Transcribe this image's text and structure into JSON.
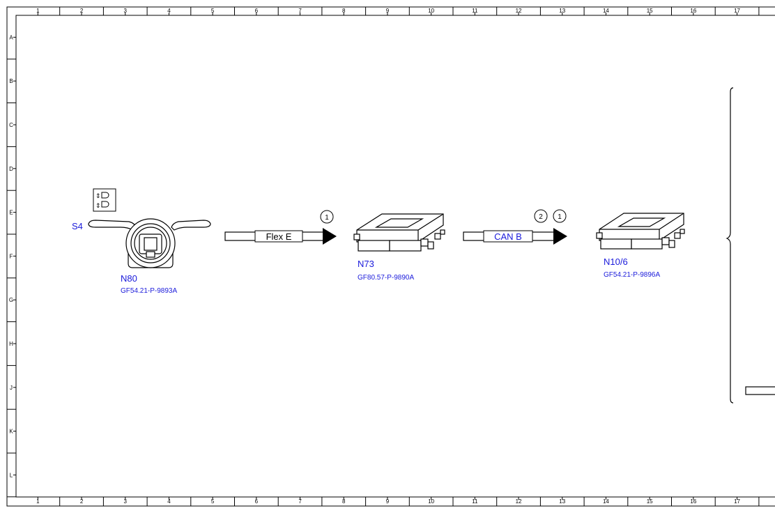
{
  "grid": {
    "columns": [
      "1",
      "2",
      "3",
      "4",
      "5",
      "6",
      "7",
      "8",
      "9",
      "10",
      "11",
      "12",
      "13",
      "14",
      "15",
      "16",
      "17"
    ],
    "rows": [
      "A",
      "B",
      "C",
      "D",
      "E",
      "F",
      "G",
      "H",
      "J",
      "K",
      "L"
    ]
  },
  "components": {
    "switch": {
      "label": "S4"
    },
    "steering_module": {
      "label": "N80",
      "ref": "GF54.21-P-9893A"
    },
    "gateway": {
      "label": "N73",
      "ref": "GF80.57-P-9890A"
    },
    "sam": {
      "label": "N10/6",
      "ref": "GF54.21-P-9896A"
    }
  },
  "buses": [
    {
      "label": "Flex E",
      "label_color": "#000000",
      "markers": [
        "1"
      ]
    },
    {
      "label": "CAN B",
      "label_color": "#1a1adb",
      "markers": [
        "2",
        "1"
      ]
    }
  ],
  "colors": {
    "line": "#000000",
    "label_blue": "#1a1adb"
  }
}
